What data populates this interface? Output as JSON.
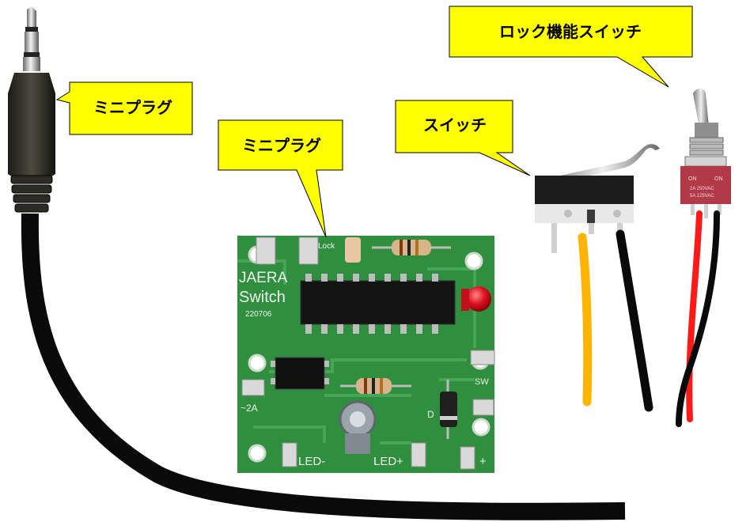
{
  "callouts": {
    "plug_left": "ミニプラグ",
    "plug_board": "ミニプラグ",
    "switch": "スイッチ",
    "lock_switch": "ロック機能スイッチ"
  },
  "board": {
    "brand": "JAERA",
    "model": "Switch",
    "date": "220706",
    "lock": "Lock",
    "current": "~2A",
    "sw": "SW",
    "diode": "D",
    "led_minus": "LED-",
    "led_plus": "LED+",
    "plus": "+"
  },
  "toggle": {
    "on_left": "ON",
    "on_right": "ON",
    "rating_1": "2A 250VAC",
    "rating_2": "5A 125VAC"
  },
  "colors": {
    "callout_fill": "#ffff00",
    "pcb_green": "#2f8f3e",
    "cable_black": "#0a0a0a",
    "wire_yellow": "#ffb400",
    "wire_red": "#ff1a1a",
    "toggle_body": "#b23a48"
  }
}
